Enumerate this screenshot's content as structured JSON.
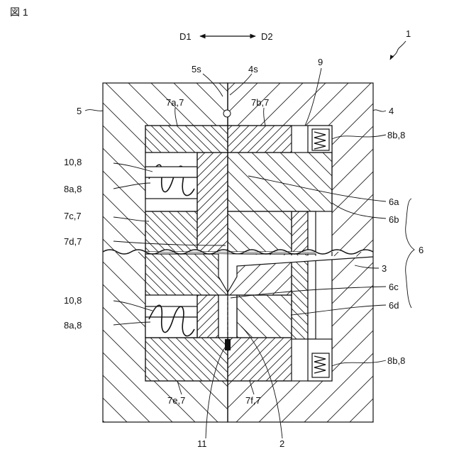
{
  "figure_title": "図 1",
  "direction": {
    "left": "D1",
    "right": "D2"
  },
  "labels": {
    "assembly": "1",
    "crack": "2",
    "notch": "3",
    "die_right": "4",
    "die_right_surface": "4s",
    "die_left": "5",
    "die_left_surface": "5s",
    "workpiece": "6",
    "part_6a": "6a",
    "part_6b": "6b",
    "part_6c": "6c",
    "part_6d": "6d",
    "block_7a": "7a,7",
    "block_7b": "7b,7",
    "block_7c": "7c,7",
    "block_7d": "7d,7",
    "block_7e": "7e,7",
    "block_7f": "7f,7",
    "spring_8a_upper": "8a,8",
    "spring_8a_lower": "8a,8",
    "spring_8b_upper": "8b,8",
    "spring_8b_lower": "8b,8",
    "gap_9": "9",
    "pin_10_upper": "10,8",
    "pin_10_lower": "10,8",
    "marker_11": "11"
  }
}
